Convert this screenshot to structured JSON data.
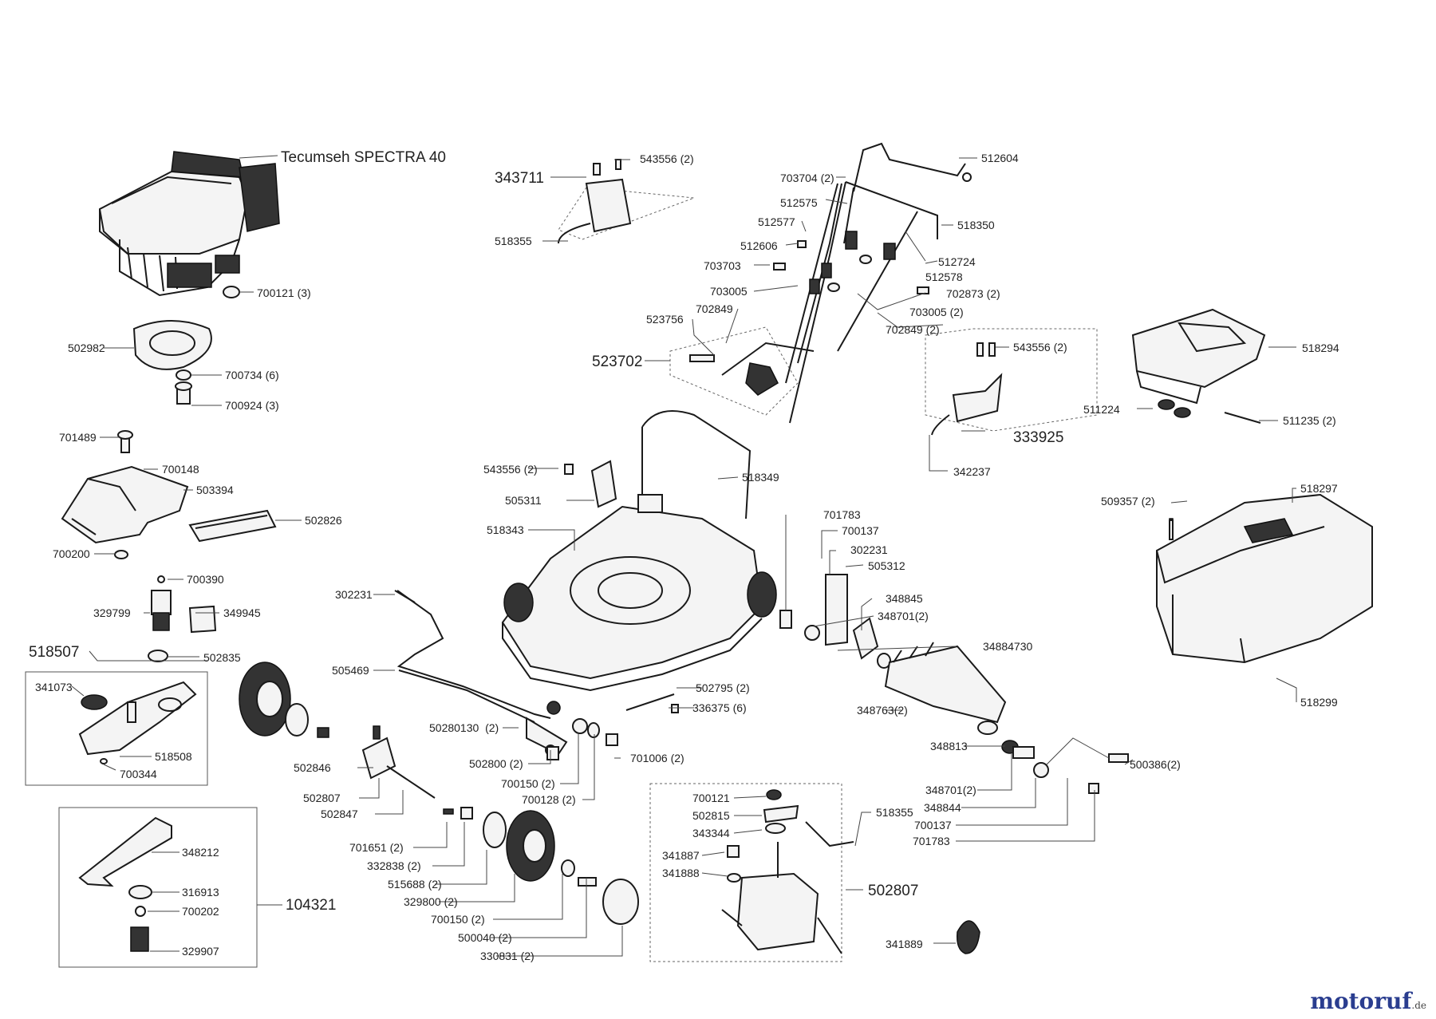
{
  "engine_label": "Tecumseh SPECTRA 40",
  "watermark": {
    "main": "motoruf",
    "suffix": ".de"
  },
  "labels": {
    "p700121_3": "700121 (3)",
    "p502982": "502982",
    "p700734_6": "700734 (6)",
    "p700924_3": "700924 (3)",
    "p701489": "701489",
    "p700148": "700148",
    "p503394": "503394",
    "p502826": "502826",
    "p700200": "700200",
    "p700390": "700390",
    "p329799": "329799",
    "p349945": "349945",
    "p518507": "518507",
    "p502835": "502835",
    "p341073": "341073",
    "p518508": "518508",
    "p700344": "700344",
    "p348212": "348212",
    "p316913": "316913",
    "p700202": "700202",
    "p104321": "104321",
    "p329907": "329907",
    "p343711": "343711",
    "p543556_2a": "543556 (2)",
    "p518355a": "518355",
    "p703704_2": "703704 (2)",
    "p512575": "512575",
    "p512577": "512577",
    "p512606": "512606",
    "p703703": "703703",
    "p703005": "703005",
    "p702849": "702849",
    "p523756": "523756",
    "p523702": "523702",
    "p512604": "512604",
    "p518350": "518350",
    "p512724": "512724",
    "p512578": "512578",
    "p702873_2": "702873 (2)",
    "p703005_2": "703005 (2)",
    "p702849_2": "702849 (2)",
    "p543556_2b": "543556 (2)",
    "p333925": "333925",
    "p342237": "342237",
    "p518294": "518294",
    "p511224": "511224",
    "p511235_2": "511235 (2)",
    "p543556_2c": "543556 (2)",
    "p505311": "505311",
    "p518349": "518349",
    "p518343": "518343",
    "p302231a": "302231",
    "p505469": "505469",
    "p502795_2": "502795 (2)",
    "p336375_6": "336375 (6)",
    "p50280130_2": "50280130  (2)",
    "p502800_2": "502800 (2)",
    "p700150_2a": "700150 (2)",
    "p701006_2": "701006 (2)",
    "p700128_2": "700128 (2)",
    "p502846": "502846",
    "p502807a": "502807",
    "p502847": "502847",
    "p701651_2": "701651 (2)",
    "p332838_2": "332838 (2)",
    "p515688_2": "515688 (2)",
    "p329800_2": "329800 (2)",
    "p700150_2b": "700150 (2)",
    "p500040_2": "500040 (2)",
    "p330831_2": "330831 (2)",
    "p701783a": "701783",
    "p700137a": "700137",
    "p302231b": "302231",
    "p505312": "505312",
    "p348845": "348845",
    "p348701_2a": "348701(2)",
    "p34884730": "34884730",
    "p348763_2": "348763(2)",
    "p348813": "348813",
    "p500386_2": "500386(2)",
    "p348701_2b": "348701(2)",
    "p348844": "348844",
    "p700137b": "700137",
    "p701783b": "701783",
    "p509357_2": "509357 (2)",
    "p518297": "518297",
    "p518299": "518299",
    "p700121": "700121",
    "p502815": "502815",
    "p343344": "343344",
    "p341887": "341887",
    "p341888": "341888",
    "p518355b": "518355",
    "p502807b": "502807",
    "p341889": "341889"
  }
}
